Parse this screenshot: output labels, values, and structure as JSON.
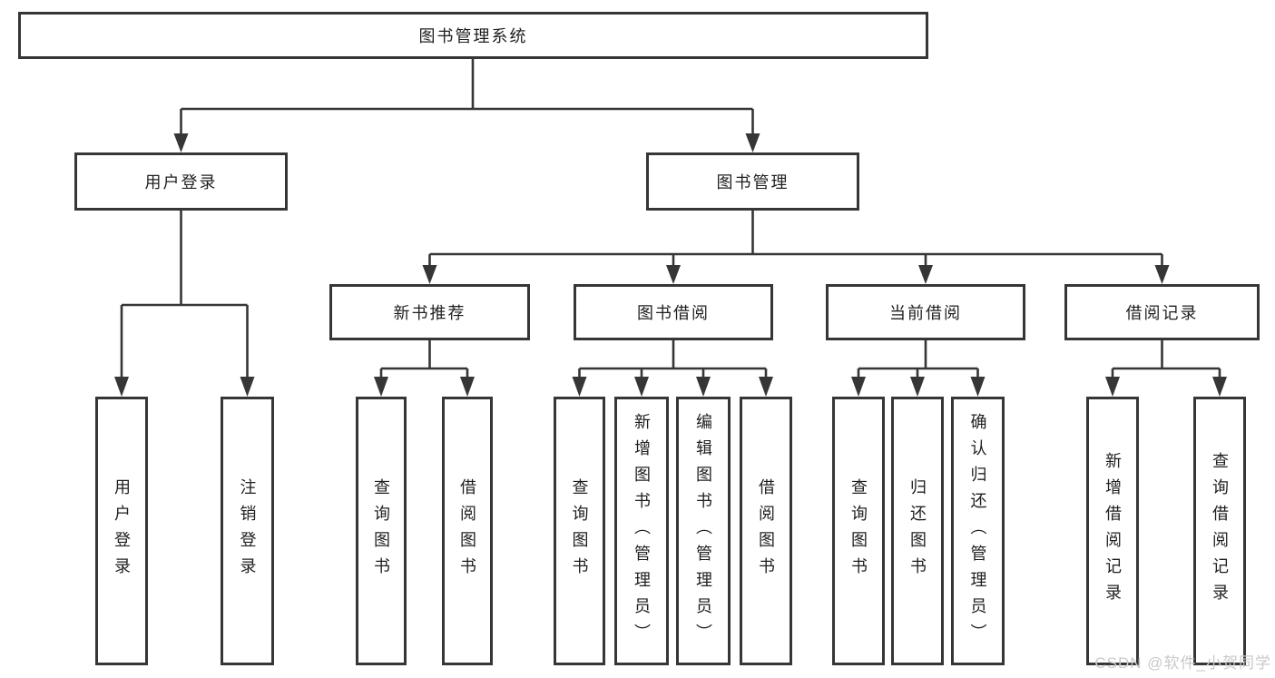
{
  "tree": {
    "root": {
      "label": "图书管理系统"
    },
    "branches": [
      {
        "label": "用户登录",
        "children": [
          {
            "label": "用户登录"
          },
          {
            "label": "注销登录"
          }
        ]
      },
      {
        "label": "图书管理",
        "children": [
          {
            "label": "新书推荐",
            "children": [
              {
                "label": "查询图书"
              },
              {
                "label": "借阅图书"
              }
            ]
          },
          {
            "label": "图书借阅",
            "children": [
              {
                "label": "查询图书"
              },
              {
                "label": "新增图书（管理员）"
              },
              {
                "label": "编辑图书（管理员）"
              },
              {
                "label": "借阅图书"
              }
            ]
          },
          {
            "label": "当前借阅",
            "children": [
              {
                "label": "查询图书"
              },
              {
                "label": "归还图书"
              },
              {
                "label": "确认归还（管理员）"
              }
            ]
          },
          {
            "label": "借阅记录",
            "children": [
              {
                "label": "新增借阅记录"
              },
              {
                "label": "查询借阅记录"
              }
            ]
          }
        ]
      }
    ]
  },
  "watermark": {
    "text": "CSDN @软件_小贺同学"
  },
  "style": {
    "line_color": "#363636",
    "border_color": "#363636",
    "text_color": "#1f1f1f",
    "background": "#ffffff",
    "watermark_color": "#c9c9c9"
  }
}
